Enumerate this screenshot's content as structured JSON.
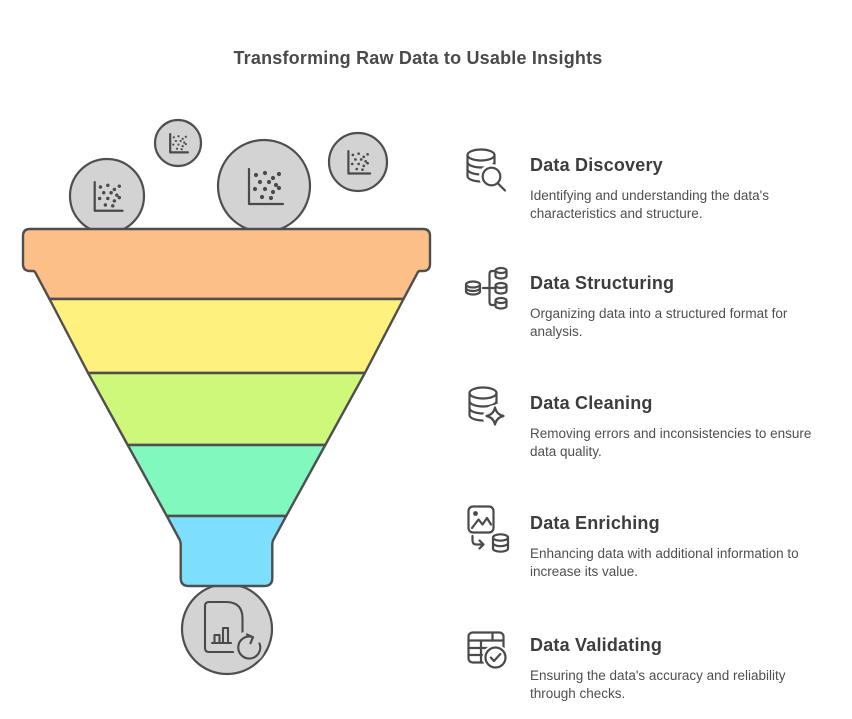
{
  "title": "Transforming Raw Data to Usable Insights",
  "colors": {
    "outline": "#4f4f4f",
    "bubble_fill": "#d3d3d3",
    "heading_text": "#3d3d3d",
    "body_text": "#4f4f4f"
  },
  "funnel": {
    "stages": [
      {
        "name": "stage-1-top",
        "color": "#fbbf87"
      },
      {
        "name": "stage-2",
        "color": "#fef17e"
      },
      {
        "name": "stage-3",
        "color": "#cdf87a"
      },
      {
        "name": "stage-4",
        "color": "#80f8be"
      },
      {
        "name": "stage-5-spout",
        "color": "#7edffc"
      }
    ],
    "input_icons": "scatter-plot-icon",
    "output_icon": "report-refresh-icon"
  },
  "steps": [
    {
      "title": "Data Discovery",
      "description": "Identifying and understanding the data's characteristics and structure.",
      "icon": "database-search-icon"
    },
    {
      "title": "Data Structuring",
      "description": "Organizing data into a structured format for analysis.",
      "icon": "database-tree-icon"
    },
    {
      "title": "Data Cleaning",
      "description": "Removing errors and inconsistencies to ensure data quality.",
      "icon": "database-sparkle-icon"
    },
    {
      "title": "Data Enriching",
      "description": "Enhancing data with additional information to increase its value.",
      "icon": "image-to-database-icon"
    },
    {
      "title": "Data Validating",
      "description": "Ensuring the data's accuracy and reliability through checks.",
      "icon": "table-check-icon"
    }
  ]
}
